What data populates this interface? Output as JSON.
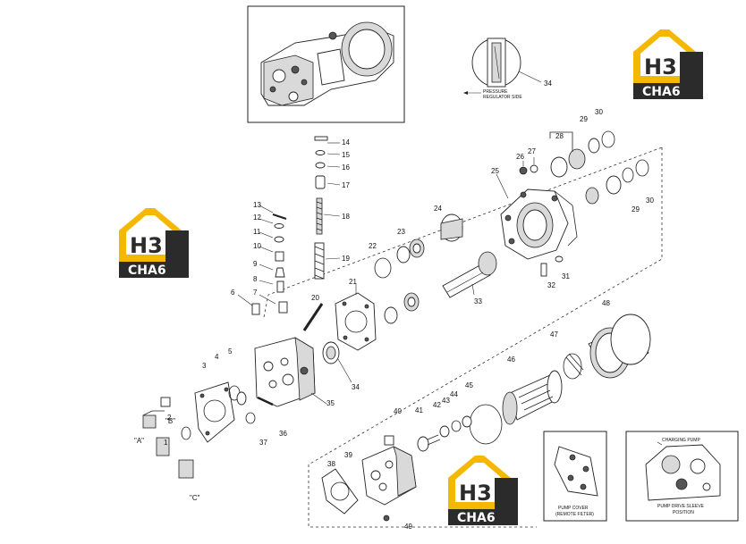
{
  "callouts": [
    "1",
    "2",
    "3",
    "4",
    "5",
    "6",
    "7",
    "8",
    "9",
    "10",
    "11",
    "12",
    "13",
    "14",
    "15",
    "16",
    "17",
    "18",
    "19",
    "20",
    "21",
    "22",
    "23",
    "24",
    "25",
    "26",
    "27",
    "28",
    "29",
    "30",
    "31",
    "32",
    "33",
    "34",
    "35",
    "36",
    "37",
    "38",
    "39",
    "40",
    "41",
    "42",
    "43",
    "44",
    "45",
    "46",
    "47",
    "48",
    "49"
  ],
  "variant_labels": [
    "\"A\"",
    "\"B\"",
    "\"C\""
  ],
  "inset_pressure_regulator": {
    "number": "34",
    "caption_line1": "PRESSURE",
    "caption_line2": "REGULATOR SIDE"
  },
  "inset_pump_cover": {
    "caption_line1": "PUMP COVER",
    "caption_line2": "(REMOTE FILTER)"
  },
  "inset_charging_pump": {
    "title": "CHARGING PUMP",
    "caption_line1": "PUMP DRIVE SLEEVE",
    "caption_line2": "POSITION"
  },
  "watermark": {
    "top": "H3",
    "bottom": "CHA6",
    "colors": {
      "yellow": "#f5b800",
      "dark": "#2b2b2b"
    }
  }
}
